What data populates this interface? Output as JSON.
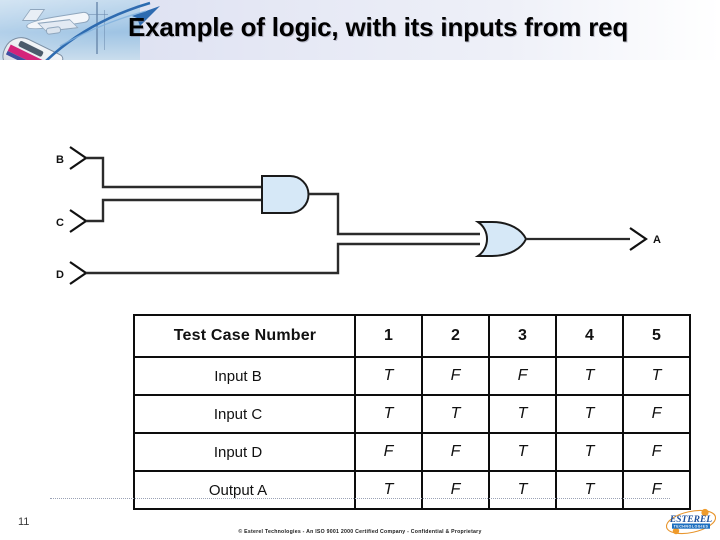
{
  "slide": {
    "title": "Example of logic, with its inputs from req",
    "page_number": "11",
    "copyright": "© Esterel Technologies - An ISO 9001 2000 Certified Company - Confidential & Proprietary"
  },
  "logo": {
    "name": "ESTEREL",
    "tagline": "TECHNOLOGIES"
  },
  "diagram": {
    "inputs": [
      {
        "label": "B"
      },
      {
        "label": "C"
      },
      {
        "label": "D"
      }
    ],
    "outputs": [
      {
        "label": "A"
      }
    ],
    "gates": [
      {
        "type": "AND",
        "inputs": [
          "B",
          "C"
        ]
      },
      {
        "type": "OR",
        "inputs": [
          "AND-output",
          "D"
        ]
      }
    ],
    "gate_fill": "#d6e8f7",
    "gate_stroke": "#1a1a1a",
    "wire_color": "#1a1a1a"
  },
  "truth_table": {
    "row_header_label": "Test Case Number",
    "case_numbers": [
      "1",
      "2",
      "3",
      "4",
      "5"
    ],
    "rows": [
      {
        "label": "Input B",
        "values": [
          "T",
          "F",
          "F",
          "T",
          "T"
        ]
      },
      {
        "label": "Input C",
        "values": [
          "T",
          "T",
          "T",
          "T",
          "F"
        ]
      },
      {
        "label": "Input D",
        "values": [
          "F",
          "F",
          "T",
          "T",
          "F"
        ]
      },
      {
        "label": "Output A",
        "values": [
          "T",
          "F",
          "T",
          "T",
          "F"
        ]
      }
    ]
  }
}
